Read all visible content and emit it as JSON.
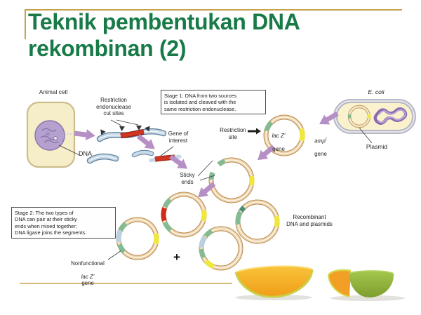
{
  "slide": {
    "title": "Teknik pembentukan DNA\nrekombinan (2)"
  },
  "colors": {
    "title_green": "#187a47",
    "accent_tan": "#c5a24b",
    "arrow_purple": "#b690c5",
    "plasmid_ring": "#edd3aa",
    "ring_outline": "#b98c52",
    "segment_green": "#85bb92",
    "segment_yellow": "#f0e838",
    "segment_red": "#cf2c1a",
    "dna_blue": "#c7d9e8",
    "cell_fill": "#f6eec9",
    "nucleus_purple": "#b4a1cf",
    "ecoli_fill": "#f9f2cc"
  },
  "diagram": {
    "animal_cell_label": "Animal cell",
    "dna_label": "DNA",
    "cut_sites_label": "Restriction\nendonuclease\ncut sites",
    "stage1_text": "Stage 1:  DNA from two sources\nis isolated and cleaved with the\nsame restriction endonuclease.",
    "gene_of_interest_label": "Gene of\ninterest",
    "restriction_site_label": "Restriction\nsite",
    "lacz_gene_italic": "lac Z'",
    "lacz_gene_word": "gene",
    "amp_gene_italic": "amp",
    "amp_gene_sup": "r",
    "amp_gene_word": "gene",
    "ecoli_label": "E. coli",
    "plasmid_label": "Plasmid",
    "sticky_ends_label": "Sticky\nends",
    "stage2_text": "Stage 2:  The two types of\nDNA can pair at their sticky\nends when mixed together;\nDNA ligase joins the segments.",
    "nonfunctional_line1": "Nonfunctional",
    "nonfunctional_italic": "lac Z'",
    "nonfunctional_word": "gene",
    "recombinant_label": "Recombinant\nDNA and plasmids",
    "plus_sign": "+"
  }
}
